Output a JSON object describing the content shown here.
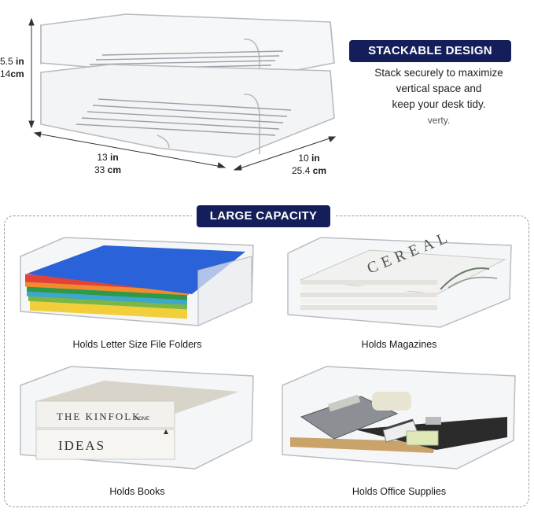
{
  "dimensions": {
    "height_in": "5.5",
    "height_in_unit": "in",
    "height_cm": "14",
    "height_cm_unit": "cm",
    "length_in": "13",
    "length_in_unit": "in",
    "length_cm": "33",
    "length_cm_unit": "cm",
    "width_in": "10",
    "width_in_unit": "in",
    "width_cm": "25.4",
    "width_cm_unit": "cm"
  },
  "stackable": {
    "title": "STACKABLE DESIGN",
    "lines": [
      "Stack securely to maximize",
      "vertical space and",
      "keep your desk tidy.",
      "verty."
    ]
  },
  "capacity": {
    "title": "LARGE CAPACITY",
    "items": [
      {
        "caption": "Holds Letter Size File Folders"
      },
      {
        "caption": "Holds Magazines",
        "cover_text": "CEREAL"
      },
      {
        "caption": "Holds Books",
        "book1": "THE KINFOLK",
        "book1_small": "HOME",
        "book2": "IDEAS"
      },
      {
        "caption": "Holds Office Supplies"
      }
    ]
  },
  "colors": {
    "badge": "#141e5a",
    "folders": [
      "#2a62d9",
      "#e3423b",
      "#f28a2e",
      "#2d9a4a",
      "#3fa7c9",
      "#f2cf3a",
      "#7ab648"
    ]
  }
}
